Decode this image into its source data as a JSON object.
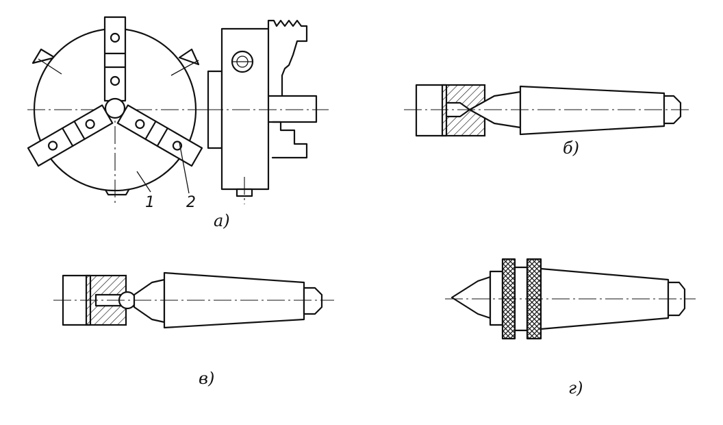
{
  "labels": {
    "fig_a": "а)",
    "fig_b": "б)",
    "fig_v": "в)",
    "fig_g": "г)",
    "part_1": "1",
    "part_2": "2"
  }
}
